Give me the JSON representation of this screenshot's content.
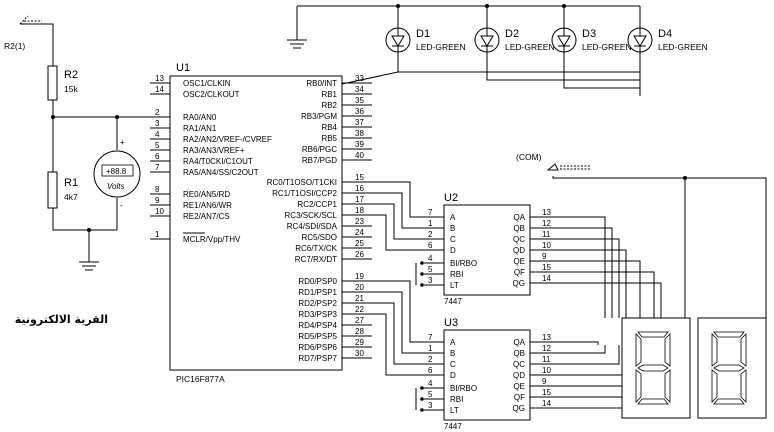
{
  "resistors": [
    {
      "ref": "R2",
      "value": "15k",
      "extra": "R2(1)"
    },
    {
      "ref": "R1",
      "value": "4k7"
    }
  ],
  "voltmeter": {
    "reading": "+88.8",
    "unit": "Volts"
  },
  "leds": [
    {
      "ref": "D1",
      "type": "LED-GREEN"
    },
    {
      "ref": "D2",
      "type": "LED-GREEN"
    },
    {
      "ref": "D3",
      "type": "LED-GREEN"
    },
    {
      "ref": "D4",
      "type": "LED-GREEN"
    }
  ],
  "mcu": {
    "ref": "U1",
    "part": "PIC16F877A",
    "left_pins": [
      {
        "num": "13",
        "name": "OSC1/CLKIN"
      },
      {
        "num": "14",
        "name": "OSC2/CLKOUT"
      },
      {
        "num": "2",
        "name": "RA0/AN0"
      },
      {
        "num": "3",
        "name": "RA1/AN1"
      },
      {
        "num": "4",
        "name": "RA2/AN2/VREF-/CVREF"
      },
      {
        "num": "5",
        "name": "RA3/AN3/VREF+"
      },
      {
        "num": "6",
        "name": "RA4/T0CKI/C1OUT"
      },
      {
        "num": "7",
        "name": "RA5/AN4/SS/C2OUT"
      },
      {
        "num": "8",
        "name": "RE0/AN5/RD"
      },
      {
        "num": "9",
        "name": "RE1/AN6/WR"
      },
      {
        "num": "10",
        "name": "RE2/AN7/CS"
      },
      {
        "num": "1",
        "name": "MCLR/Vpp/THV"
      }
    ],
    "right_pins": [
      {
        "num": "33",
        "name": "RB0/INT"
      },
      {
        "num": "34",
        "name": "RB1"
      },
      {
        "num": "35",
        "name": "RB2"
      },
      {
        "num": "36",
        "name": "RB3/PGM"
      },
      {
        "num": "37",
        "name": "RB4"
      },
      {
        "num": "38",
        "name": "RB5"
      },
      {
        "num": "39",
        "name": "RB6/PGC"
      },
      {
        "num": "40",
        "name": "RB7/PGD"
      },
      {
        "num": "15",
        "name": "RC0/T1OSO/T1CKI"
      },
      {
        "num": "16",
        "name": "RC1/T1OSI/CCP2"
      },
      {
        "num": "17",
        "name": "RC2/CCP1"
      },
      {
        "num": "18",
        "name": "RC3/SCK/SCL"
      },
      {
        "num": "23",
        "name": "RC4/SDI/SDA"
      },
      {
        "num": "24",
        "name": "RC5/SDO"
      },
      {
        "num": "25",
        "name": "RC6/TX/CK"
      },
      {
        "num": "26",
        "name": "RC7/RX/DT"
      },
      {
        "num": "19",
        "name": "RD0/PSP0"
      },
      {
        "num": "20",
        "name": "RD1/PSP1"
      },
      {
        "num": "21",
        "name": "RD2/PSP2"
      },
      {
        "num": "22",
        "name": "RD3/PSP3"
      },
      {
        "num": "27",
        "name": "RD4/PSP4"
      },
      {
        "num": "28",
        "name": "RD5/PSP5"
      },
      {
        "num": "29",
        "name": "RD6/PSP6"
      },
      {
        "num": "30",
        "name": "RD7/PSP7"
      }
    ]
  },
  "decoders": [
    {
      "ref": "U2",
      "part": "7447"
    },
    {
      "ref": "U3",
      "part": "7447"
    }
  ],
  "decoder_left_pins": [
    {
      "num": "7",
      "name": "A"
    },
    {
      "num": "1",
      "name": "B"
    },
    {
      "num": "2",
      "name": "C"
    },
    {
      "num": "6",
      "name": "D"
    },
    {
      "num": "4",
      "name": "BI/RBO"
    },
    {
      "num": "5",
      "name": "RBI"
    },
    {
      "num": "3",
      "name": "LT"
    }
  ],
  "decoder_right_pins": [
    {
      "num": "13",
      "name": "QA"
    },
    {
      "num": "12",
      "name": "QB"
    },
    {
      "num": "11",
      "name": "QC"
    },
    {
      "num": "10",
      "name": "QD"
    },
    {
      "num": "9",
      "name": "QE"
    },
    {
      "num": "15",
      "name": "QF"
    },
    {
      "num": "14",
      "name": "QG"
    }
  ],
  "com_label": "(COM)",
  "watermark": "القرية الالكترونية"
}
